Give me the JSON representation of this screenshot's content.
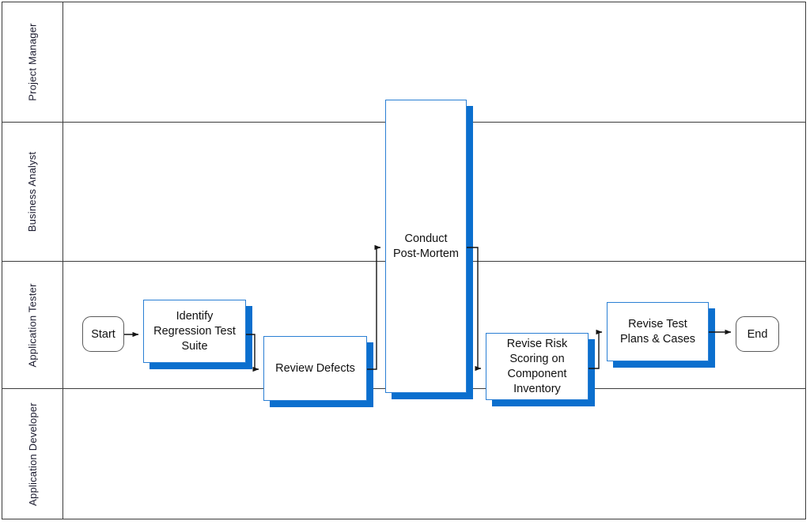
{
  "diagram": {
    "type": "swimlane-flowchart",
    "title": "",
    "colors": {
      "box_border": "#2a7fd4",
      "box_shadow": "#0b6fce",
      "lane_line": "#3c3c3c",
      "terminator_border": "#5a5a5a",
      "connector": "#222222",
      "background": "#ffffff"
    },
    "lanes": [
      {
        "id": "project-manager",
        "label": "Project Manager"
      },
      {
        "id": "business-analyst",
        "label": "Business Analyst"
      },
      {
        "id": "application-tester",
        "label": "Application Tester"
      },
      {
        "id": "application-developer",
        "label": "Application Developer"
      }
    ],
    "nodes": [
      {
        "id": "start",
        "kind": "terminator",
        "label": "Start",
        "lane": "application-tester"
      },
      {
        "id": "identify",
        "kind": "process",
        "label": "Identify\nRegression Test\nSuite",
        "lane": "application-tester"
      },
      {
        "id": "review",
        "kind": "process",
        "label": "Review Defects",
        "lane": "application-tester"
      },
      {
        "id": "postmortem",
        "kind": "process",
        "label": "Conduct\nPost-Mortem",
        "lane": "business-analyst"
      },
      {
        "id": "revise-risk",
        "kind": "process",
        "label": "Revise Risk\nScoring on\nComponent\nInventory",
        "lane": "application-tester"
      },
      {
        "id": "revise-tests",
        "kind": "process",
        "label": "Revise Test\nPlans & Cases",
        "lane": "application-tester"
      },
      {
        "id": "end",
        "kind": "terminator",
        "label": "End",
        "lane": "application-tester"
      }
    ],
    "edges": [
      {
        "from": "start",
        "to": "identify"
      },
      {
        "from": "identify",
        "to": "review"
      },
      {
        "from": "review",
        "to": "postmortem"
      },
      {
        "from": "postmortem",
        "to": "revise-risk"
      },
      {
        "from": "revise-risk",
        "to": "revise-tests"
      },
      {
        "from": "revise-tests",
        "to": "end"
      }
    ]
  }
}
